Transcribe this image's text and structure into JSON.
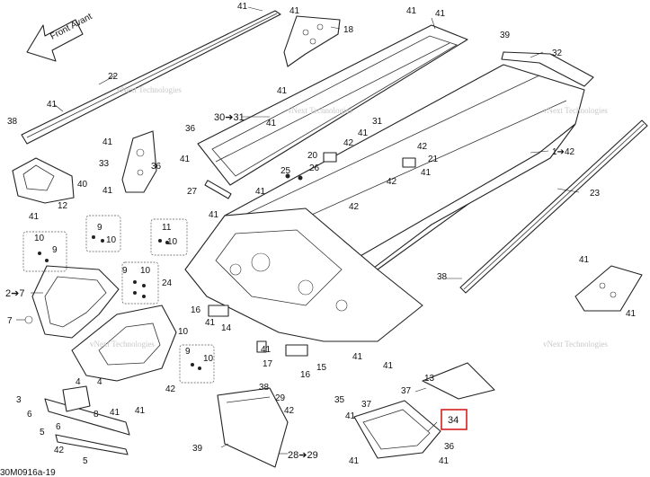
{
  "front_label": "Front Avant",
  "watermark": "vNext Technologies",
  "diagram_code": "30M0916a-19",
  "highlight_color": "#d42020",
  "highlighted_part": "34",
  "callouts": {
    "c41_top_rail": "41",
    "c41_upper_a": "41",
    "c41_upper_b": "41",
    "c18": "18",
    "c41_top_c": "41",
    "c39": "39",
    "c32": "32",
    "c22": "22",
    "c41_left_a": "41",
    "c38_left": "38",
    "c41_center_a": "41",
    "c36_a": "36",
    "c30_31": "30➔31",
    "c41_center_b": "41",
    "c41_center_c": "41",
    "c41_rail_r": "41",
    "c33": "33",
    "c36_b": "36",
    "c42_a": "42",
    "c20": "20",
    "c41_mid_a": "41",
    "c1_42": "1➔42",
    "c21": "21",
    "c41_mid_b": "41",
    "c40": "40",
    "c41_mid_c": "41",
    "c25": "25",
    "c26": "26",
    "c42_b": "42",
    "c27": "27",
    "c12": "12",
    "c41_left_b": "41",
    "c23": "23",
    "c42_c": "42",
    "c41_mid_d": "41",
    "c9_a": "9",
    "c10_a": "10",
    "c11": "11",
    "c10_b": "10",
    "c10_c": "10",
    "c9_b": "9",
    "c24": "24",
    "c9_c": "9",
    "c10_d": "10",
    "c2_7": "2➔7",
    "c7": "7",
    "c16_a": "16",
    "c14": "14",
    "c41_right_a": "41",
    "c38_right": "38",
    "c41_right_b": "41",
    "c10_e": "10",
    "c41_low_a": "41",
    "c4_a": "4",
    "c4_b": "4",
    "c41_low_b": "41",
    "c9_d": "9",
    "c10_f": "10",
    "c42_d": "42",
    "c17": "17",
    "c16_b": "16",
    "c15": "15",
    "c41_low_c": "41",
    "c41_low_d": "41",
    "c3": "3",
    "c6_a": "6",
    "c5_a": "5",
    "c8": "8",
    "c41_low_e": "41",
    "c6_b": "6",
    "c42_e": "42",
    "c5_b": "5",
    "c38_low": "38",
    "c29": "29",
    "c42_f": "42",
    "c13": "13",
    "c35": "35",
    "c37_a": "37",
    "c37_b": "37",
    "c41_low_f": "41",
    "c34": "34",
    "c36_c": "36",
    "c41_low_g": "41",
    "c39_low": "39",
    "c28_29": "28➔29",
    "c41_low_h": "41"
  }
}
